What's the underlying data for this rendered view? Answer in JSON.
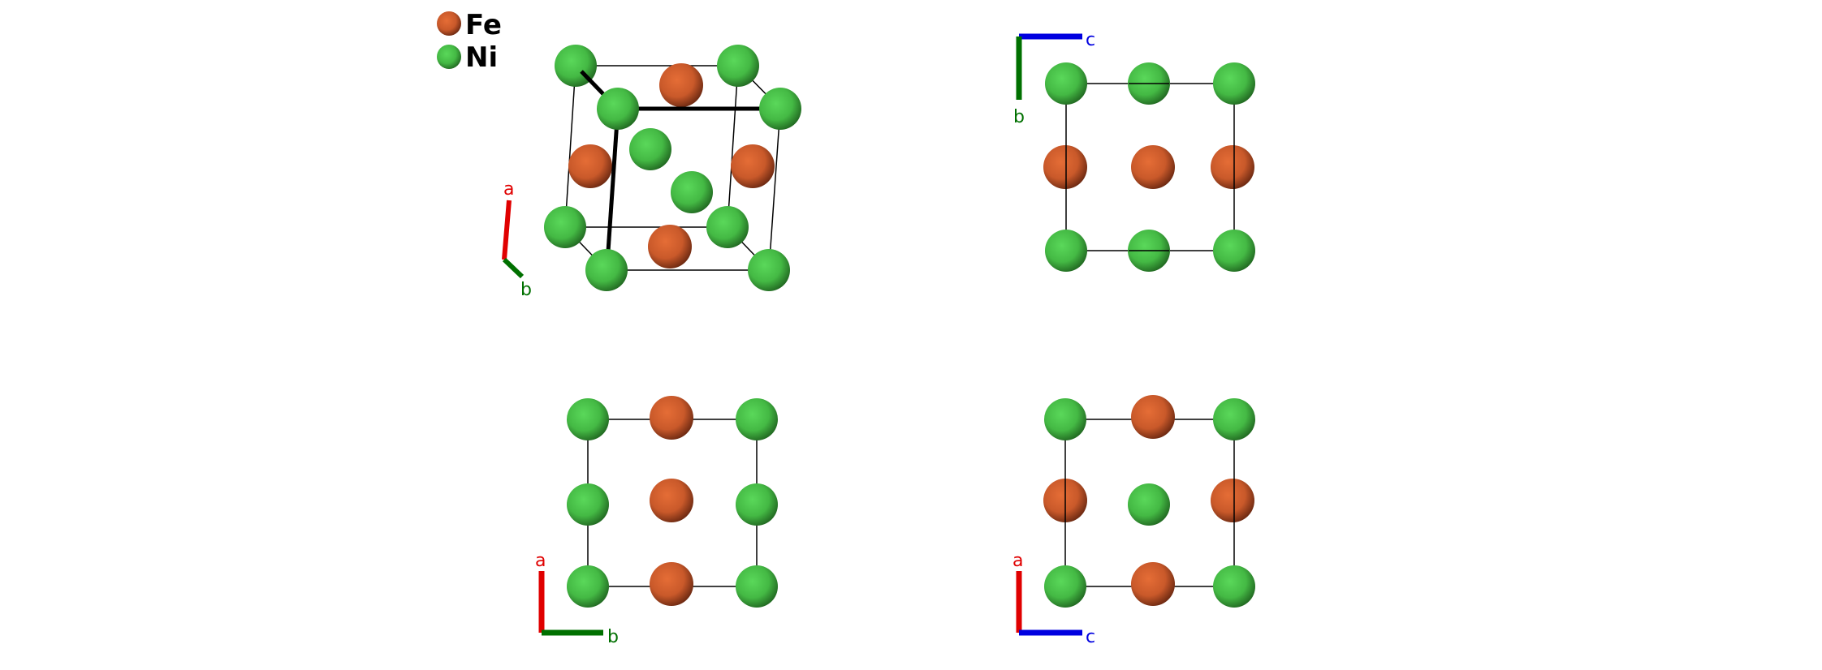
{
  "legend": [
    {
      "element": "Fe",
      "color": "#d9622b"
    },
    {
      "element": "Ni",
      "color": "#48c148"
    }
  ],
  "axes": {
    "a": {
      "label": "a",
      "color": "#e00000"
    },
    "b": {
      "label": "b",
      "color": "#007000"
    },
    "c": {
      "label": "c",
      "color": "#0000e0"
    }
  },
  "views": [
    {
      "name": "perspective",
      "axes": [
        "a",
        "b"
      ]
    },
    {
      "name": "along-a",
      "axes": [
        "b",
        "c"
      ]
    },
    {
      "name": "along-c",
      "axes": [
        "a",
        "b"
      ]
    },
    {
      "name": "along-b",
      "axes": [
        "a",
        "c"
      ]
    }
  ]
}
